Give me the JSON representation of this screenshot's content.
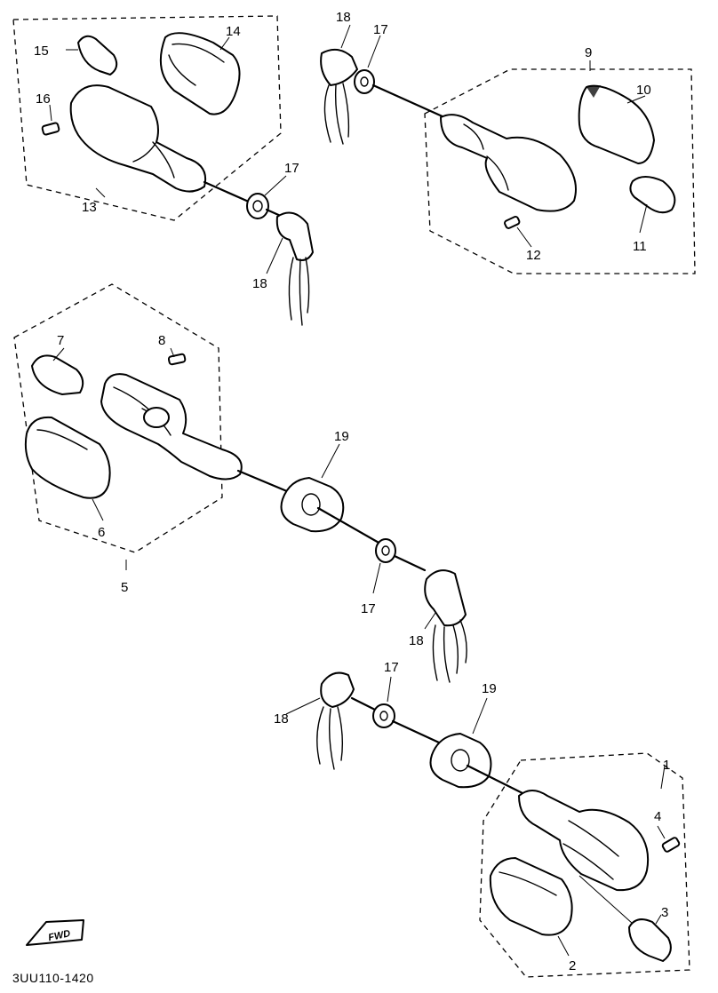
{
  "diagram_code": "3UU110-1420",
  "direction_badge": "FWD",
  "callouts": {
    "c1": "1",
    "c2": "2",
    "c3": "3",
    "c4": "4",
    "c5": "5",
    "c6": "6",
    "c7": "7",
    "c8": "8",
    "c9": "9",
    "c10": "10",
    "c11": "11",
    "c12": "12",
    "c13": "13",
    "c14": "14",
    "c15": "15",
    "c16": "16",
    "c17": "17",
    "c18": "18",
    "c19": "19"
  }
}
